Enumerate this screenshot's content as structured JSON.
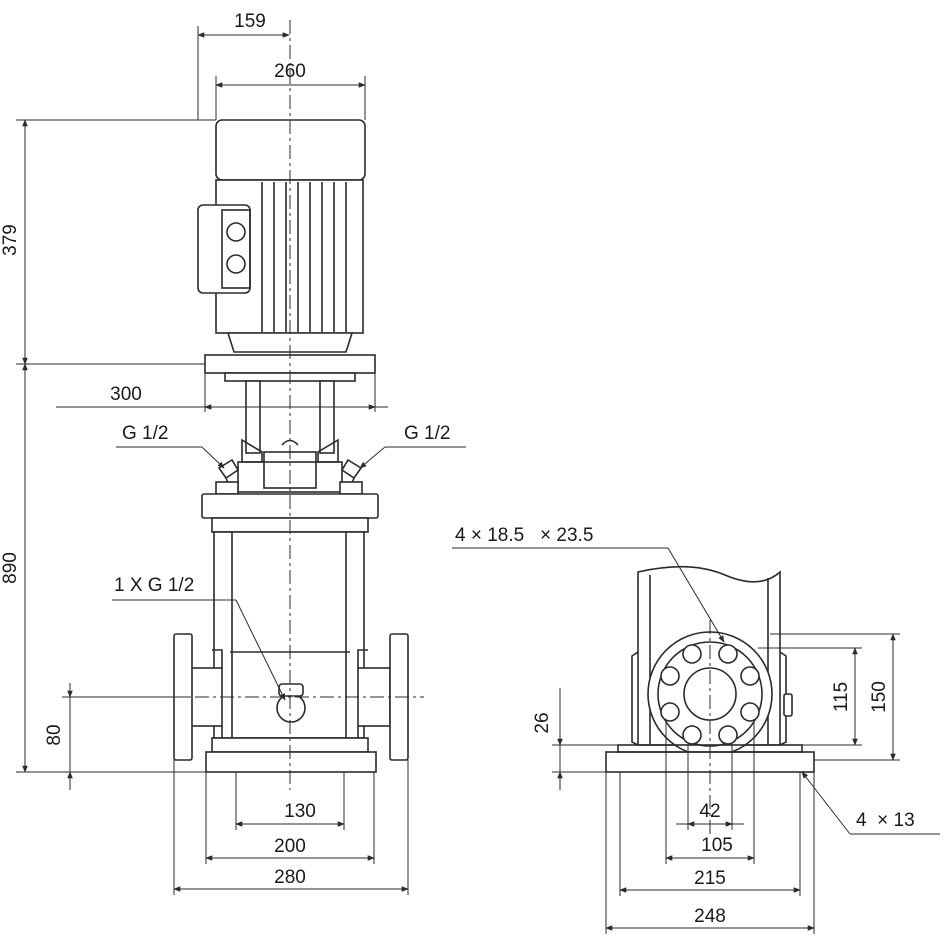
{
  "dimensions": {
    "d159": "159",
    "d260": "260",
    "d379": "379",
    "d300": "300",
    "d890": "890",
    "d80": "80",
    "d130": "130",
    "d200": "200",
    "d280": "280",
    "d26": "26",
    "d42": "42",
    "d105": "105",
    "d215": "215",
    "d248": "248",
    "d115": "115",
    "d150": "150"
  },
  "callouts": {
    "g_left": "G 1/2",
    "g_right": "G 1/2",
    "drain": "1 X G 1/2",
    "flange_holes": "4 × 18.5   × 23.5",
    "base_holes": "4  × 13"
  }
}
